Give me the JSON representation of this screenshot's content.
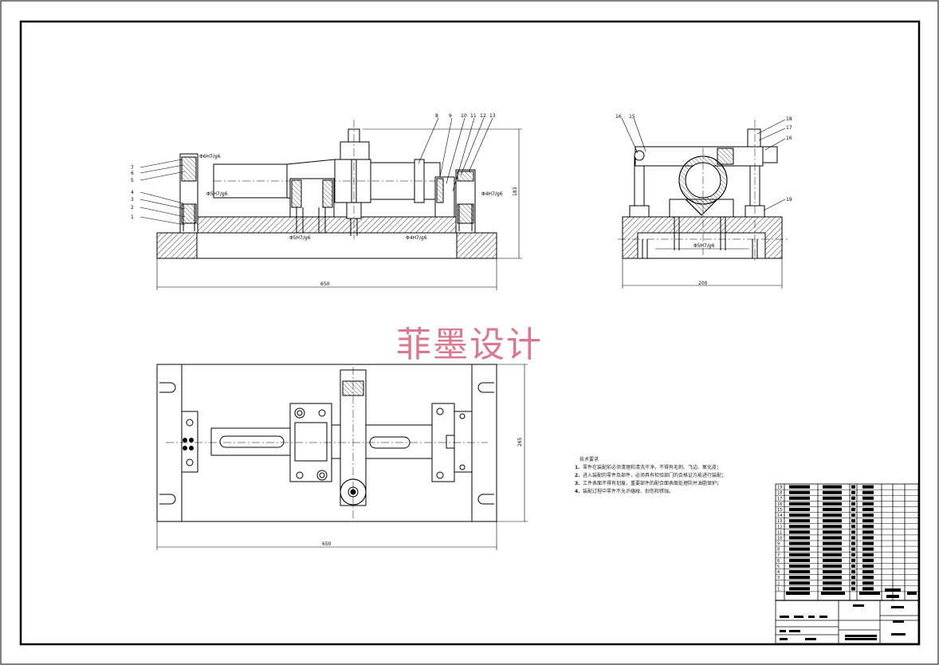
{
  "watermark": "菲墨设计",
  "dimensions": {
    "front_length": "650",
    "front_height": "183",
    "side_width": "200",
    "top_length": "650",
    "top_height": "265"
  },
  "fits": {
    "f1": "Φ6H7/g6",
    "f2": "Φ5H7/g6",
    "f3": "Φ5H7/g6",
    "f4": "Φ4H7/g6",
    "f5": "Φ4H7/g6",
    "f6": "Φ5H7/g6"
  },
  "callouts": {
    "left": [
      "7",
      "6",
      "5",
      "4",
      "3",
      "2",
      "1"
    ],
    "top": [
      "8",
      "9",
      "10",
      "11",
      "12",
      "13"
    ],
    "side_left": [
      "16",
      "15"
    ],
    "side_right": [
      "18",
      "17",
      "16",
      "19"
    ]
  },
  "tech_notes": {
    "title": "技术要求",
    "items": [
      "零件在装配前必须清理和清洗干净，不得有毛刺、飞边、氧化皮；",
      "进入装配的零件及部件，必须具有检验部门的合格证方能进行装配；",
      "工件表面不得有划痕，重要部件的配合面表面处理防并油脂保护；",
      "装配过程中零件不允许磕碰、划伤和锈蚀。"
    ]
  },
  "bom_row_numbers": [
    "19",
    "18",
    "17",
    "16",
    "15",
    "14",
    "13",
    "12",
    "11",
    "10",
    "9",
    "8",
    "7",
    "6",
    "5",
    "4",
    "3",
    "2",
    "1"
  ],
  "colors": {
    "ink": "#000000",
    "watermark": "#d9788e",
    "hatch": "#333333"
  }
}
